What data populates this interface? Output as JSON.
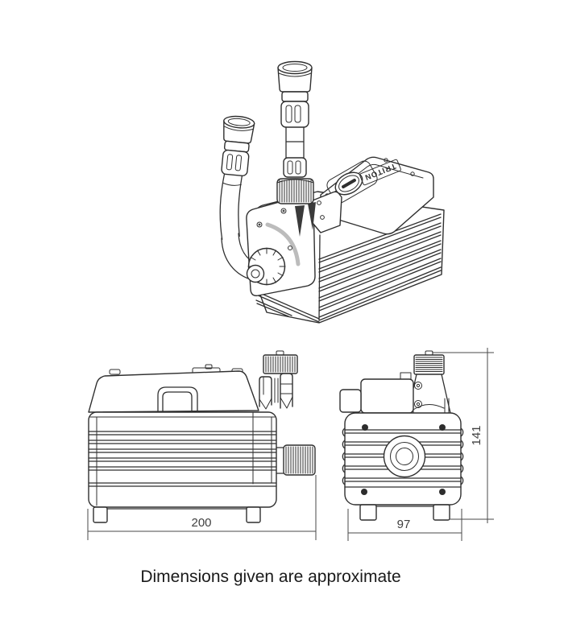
{
  "diagram": {
    "brand_label": "TRITON",
    "caption": "Dimensions given are approximate",
    "dimensions": {
      "side_width": "200",
      "end_width": "97",
      "end_height": "141"
    },
    "colors": {
      "line": "#2f2f2f",
      "dimension": "#4a4a4a",
      "caption_text": "#1a1a1a",
      "background": "#ffffff"
    }
  }
}
